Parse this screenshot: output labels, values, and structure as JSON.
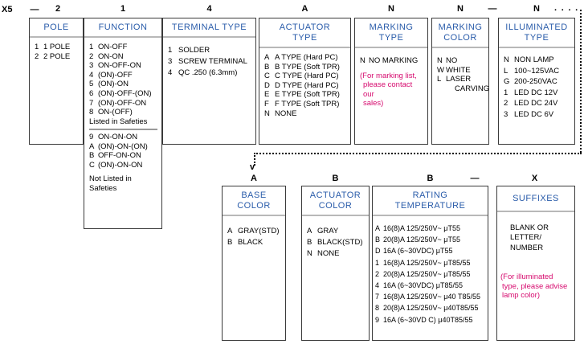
{
  "series": {
    "label": "X5",
    "dash": "—"
  },
  "codes": {
    "pole": "2",
    "function": "1",
    "terminal_type": "4",
    "actuator_type": "A",
    "marking_type": "N",
    "marking_color": "N",
    "illuminated_dash": "—",
    "illuminated_type": "N",
    "trailing_dots": "· · · ·",
    "base_color": "A",
    "actuator_color": "B",
    "rating_temperature": "B",
    "suffix_dash": "—",
    "suffixes": "X",
    "down_arrow": "v"
  },
  "boxes": {
    "pole": {
      "title": "POLE",
      "rows": [
        {
          "k": "1",
          "v": "1 POLE"
        },
        {
          "k": "2",
          "v": "2 POLE"
        }
      ]
    },
    "function": {
      "title": "FUNCTION",
      "rows_top": [
        {
          "k": "1",
          "v": "ON-OFF"
        },
        {
          "k": "2",
          "v": "ON-ON"
        },
        {
          "k": "3",
          "v": "ON-OFF-ON"
        },
        {
          "k": "4",
          "v": "(ON)-OFF"
        },
        {
          "k": "5",
          "v": "(ON)-ON"
        },
        {
          "k": "6",
          "v": "(ON)-OFF-(ON)"
        },
        {
          "k": "7",
          "v": "(ON)-OFF-ON"
        },
        {
          "k": "8",
          "v": "ON-(OFF)"
        }
      ],
      "note_top": "Listed in Safeties",
      "rows_bottom": [
        {
          "k": "9",
          "v": "ON-ON-ON"
        },
        {
          "k": "A",
          "v": "(ON)-ON-(ON)"
        },
        {
          "k": "B",
          "v": "OFF-ON-ON"
        },
        {
          "k": "C",
          "v": "(ON)-ON-ON"
        }
      ],
      "note_bottom_1": "Not Listed in",
      "note_bottom_2": "Safeties"
    },
    "terminal_type": {
      "title": "TERMINAL TYPE",
      "rows": [
        {
          "k": "1",
          "v": "SOLDER"
        },
        {
          "k": "3",
          "v": "SCREW TERMINAL"
        },
        {
          "k": "4",
          "v": "QC .250  (6.3mm)"
        }
      ]
    },
    "actuator_type": {
      "title_1": "ACTUATOR",
      "title_2": "TYPE",
      "rows": [
        {
          "k": "A",
          "v": "A TYPE (Hard PC)"
        },
        {
          "k": "B",
          "v": "B TYPE (Soft TPR)"
        },
        {
          "k": "C",
          "v": "C TYPE (Hard PC)"
        },
        {
          "k": "D",
          "v": "D TYPE (Hard PC)"
        },
        {
          "k": "E",
          "v": "E TYPE (Soft TPR)"
        },
        {
          "k": "F",
          "v": "F TYPE (Soft TPR)"
        },
        {
          "k": "N",
          "v": "NONE"
        }
      ]
    },
    "marking_type": {
      "title_1": "MARKING",
      "title_2": "TYPE",
      "rows": [
        {
          "k": "N",
          "v": "NO MARKING"
        }
      ],
      "note_1": "(For marking list,",
      "note_2": "please contact our",
      "note_3": "sales)"
    },
    "marking_color": {
      "title_1": "MARKING",
      "title_2": "COLOR",
      "rows": [
        {
          "k": "N",
          "v": "NO"
        },
        {
          "k": "W",
          "v": "WHITE"
        },
        {
          "k": "L",
          "v": "LASER"
        }
      ],
      "row_cont": "CARVING"
    },
    "illuminated_type": {
      "title_1": "ILLUMINATED",
      "title_2": "TYPE",
      "rows": [
        {
          "k": "N",
          "v": "NON LAMP"
        },
        {
          "k": "L",
          "v": "100~125VAC"
        },
        {
          "k": "G",
          "v": "200-250VAC"
        },
        {
          "k": "1",
          "v": "LED  DC 12V"
        },
        {
          "k": "2",
          "v": "LED  DC 24V"
        },
        {
          "k": "3",
          "v": "LED  DC 6V"
        }
      ]
    },
    "base_color": {
      "title_1": "BASE",
      "title_2": "COLOR",
      "rows": [
        {
          "k": "A",
          "v": "GRAY(STD)"
        },
        {
          "k": "B",
          "v": "BLACK"
        }
      ]
    },
    "actuator_color": {
      "title_1": "ACTUATOR",
      "title_2": "COLOR",
      "rows": [
        {
          "k": "A",
          "v": "GRAY"
        },
        {
          "k": "B",
          "v": "BLACK(STD)"
        },
        {
          "k": "N",
          "v": "NONE"
        }
      ]
    },
    "rating_temperature": {
      "title_1": "RATING",
      "title_2": "TEMPERATURE",
      "rows": [
        {
          "k": "A",
          "v": "16(8)A 125/250V~  μT55"
        },
        {
          "k": "B",
          "v": "20(8)A 125/250V~  μT55"
        },
        {
          "k": "D",
          "v": "16A (6~30VDC) μT55"
        },
        {
          "k": "1",
          "v": "16(8)A 125/250V~  μT85/55"
        },
        {
          "k": "2",
          "v": "20(8)A 125/250V~  μT85/55"
        },
        {
          "k": "4",
          "v": "16A (6~30VDC)  μT85/55"
        },
        {
          "k": "7",
          "v": "16(8)A 125/250V~  μ40 T85/55"
        },
        {
          "k": "8",
          "v": "20(8)A 125/250V~  μ40T85/55"
        },
        {
          "k": "9",
          "v": "16A (6~30VD C) μ40T85/55"
        }
      ]
    },
    "suffixes": {
      "title": "SUFFIXES",
      "line_1": "BLANK OR",
      "line_2": "LETTER/",
      "line_3": "NUMBER",
      "note_1": "(For illuminated",
      "note_2": "type, please advise",
      "note_3": "lamp color)"
    }
  }
}
